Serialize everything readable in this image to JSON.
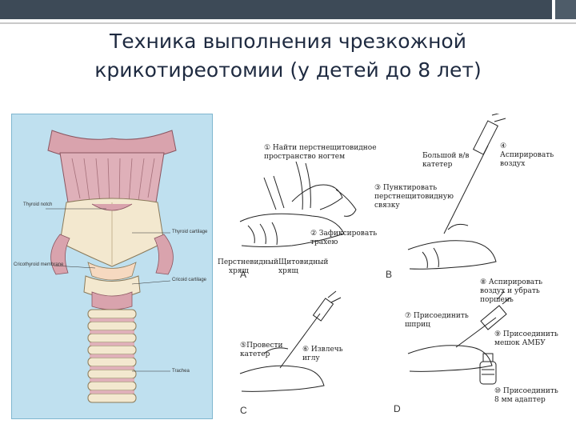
{
  "title": {
    "line1": "Техника выполнения чрезкожной",
    "line2": "крикотиреотомии (у детей до 8 лет)"
  },
  "anatomy": {
    "labels": {
      "thyroid_notch": "Thyroid notch",
      "thyroid_cartilage": "Thyroid cartilage",
      "cricothyroid_membrane": "Cricothyroid membrane",
      "cricoid_cartilage": "Cricoid cartilage",
      "trachea": "Trachea"
    }
  },
  "panels": {
    "A": {
      "letter": "A",
      "step1": [
        "① Найти перстнещитовидное",
        "пространство ногтем"
      ],
      "step2": [
        "② Зафиксировать",
        "трахею"
      ],
      "cricoid": [
        "Перстневидный",
        "хрящ"
      ],
      "thyroid": [
        "Щитовидный",
        "хрящ"
      ]
    },
    "B": {
      "letter": "B",
      "catheter": [
        "Большой в/в",
        "катетер"
      ],
      "step3": [
        "③ Пунктировать",
        "перстнещитовидную",
        "связку"
      ],
      "step4": [
        "④",
        "Аспирировать",
        "воздух"
      ]
    },
    "C": {
      "letter": "C",
      "step5": [
        "⑤Провести",
        "катетер"
      ],
      "step6": [
        "⑥ Извлечь",
        "иглу"
      ]
    },
    "D": {
      "letter": "D",
      "step7": [
        "⑦ Присоединить",
        "шприц"
      ],
      "step8": [
        "⑧ Аспирировать",
        "воздух и убрать",
        "поршень"
      ],
      "step9": [
        "⑨ Присоединить",
        "мешок АМБУ"
      ],
      "step10": [
        "⑩ Присоединить",
        "8 мм адаптер"
      ]
    }
  },
  "colors": {
    "header_bar": "#3d4a57",
    "title_text": "#1e2a40",
    "anatomy_bg": "#bfe0ef",
    "cartilage": "#f3e8cf",
    "muscle": "#d9a3ad"
  }
}
